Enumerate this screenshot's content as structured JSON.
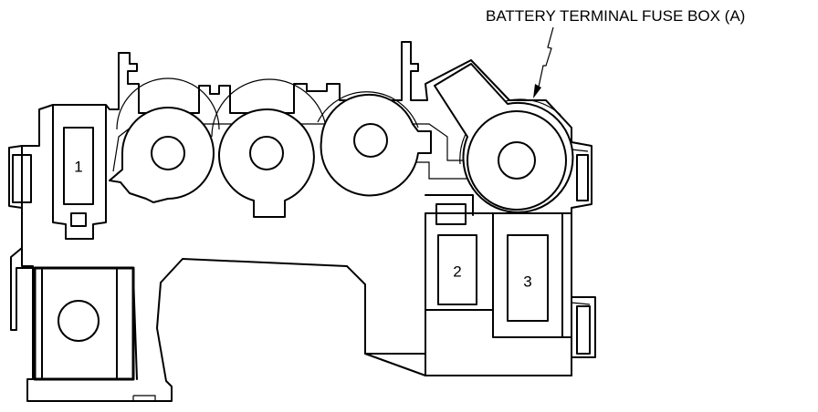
{
  "callout": {
    "label": "BATTERY TERMINAL FUSE BOX (A)"
  },
  "fuses": [
    {
      "label": "1"
    },
    {
      "label": "2"
    },
    {
      "label": "3"
    }
  ],
  "colors": {
    "line": "#000000",
    "background": "#ffffff"
  }
}
